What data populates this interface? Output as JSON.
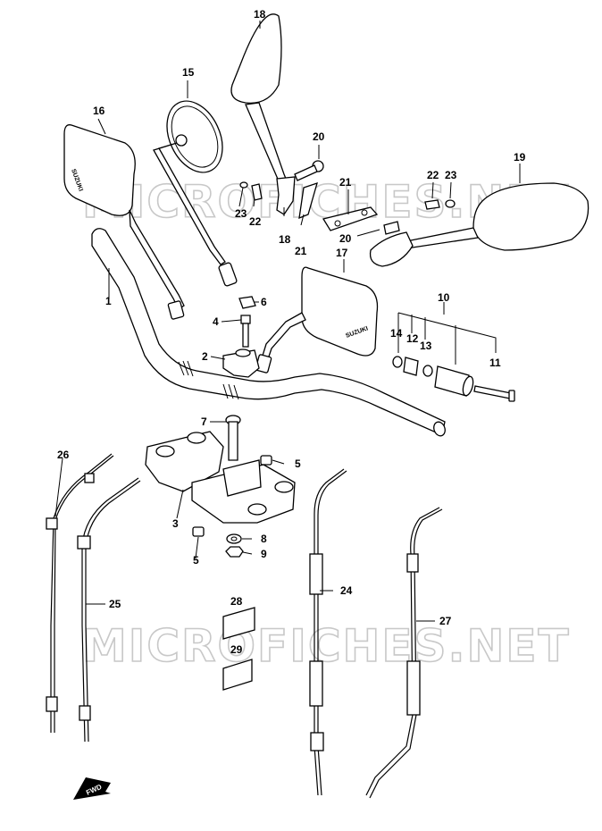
{
  "watermark": {
    "text": "MICROFICHES.NET",
    "color": "#c8c8c8"
  },
  "brand_text": "SUZUKI",
  "fwd_label": "FWD",
  "callouts": {
    "c1": "1",
    "c2": "2",
    "c3": "3",
    "c4": "4",
    "c5a": "5",
    "c5b": "5",
    "c6": "6",
    "c7": "7",
    "c8": "8",
    "c9": "9",
    "c10": "10",
    "c11": "11",
    "c12": "12",
    "c13": "13",
    "c14": "14",
    "c15": "15",
    "c16": "16",
    "c17": "17",
    "c18": "18",
    "c19": "19",
    "c20a": "20",
    "c20b": "20",
    "c21a": "21",
    "c21b": "21",
    "c22a": "22",
    "c22b": "22",
    "c23a": "23",
    "c23b": "23",
    "c24": "24",
    "c25": "25",
    "c26": "26",
    "c27": "27",
    "c28": "28",
    "c29": "29"
  }
}
